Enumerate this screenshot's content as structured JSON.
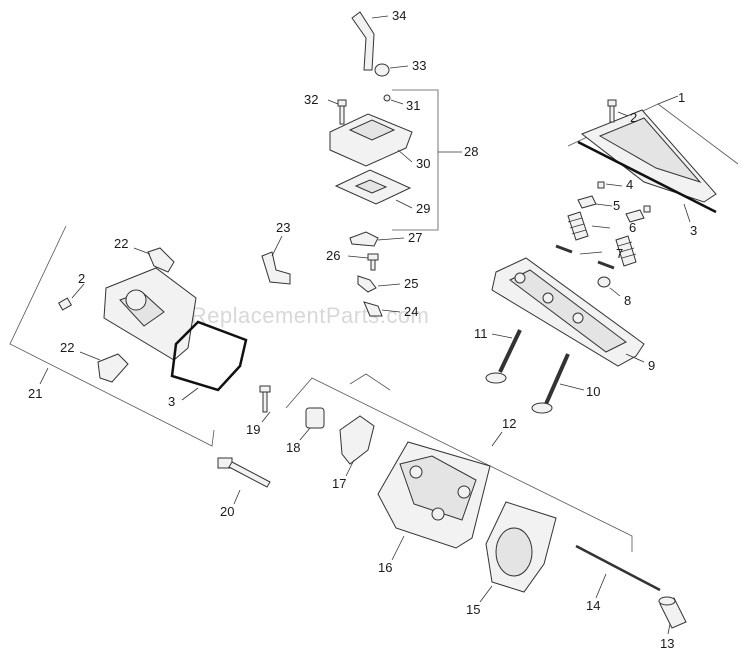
{
  "watermark": "eReplacementParts.com",
  "callouts": [
    "1",
    "2",
    "3",
    "4",
    "5",
    "6",
    "7",
    "8",
    "9",
    "10",
    "11",
    "12",
    "13",
    "14",
    "15",
    "16",
    "17",
    "18",
    "19",
    "20",
    "21",
    "22",
    "23",
    "24",
    "25",
    "26",
    "27",
    "28",
    "29",
    "30",
    "31",
    "32",
    "33",
    "34"
  ],
  "callouts_repeat": {
    "2b": "2",
    "3b": "3",
    "22b": "22"
  },
  "colors": {
    "line": "#333333",
    "part": "#f2f2f2",
    "watermark": "#d8d8d8"
  }
}
